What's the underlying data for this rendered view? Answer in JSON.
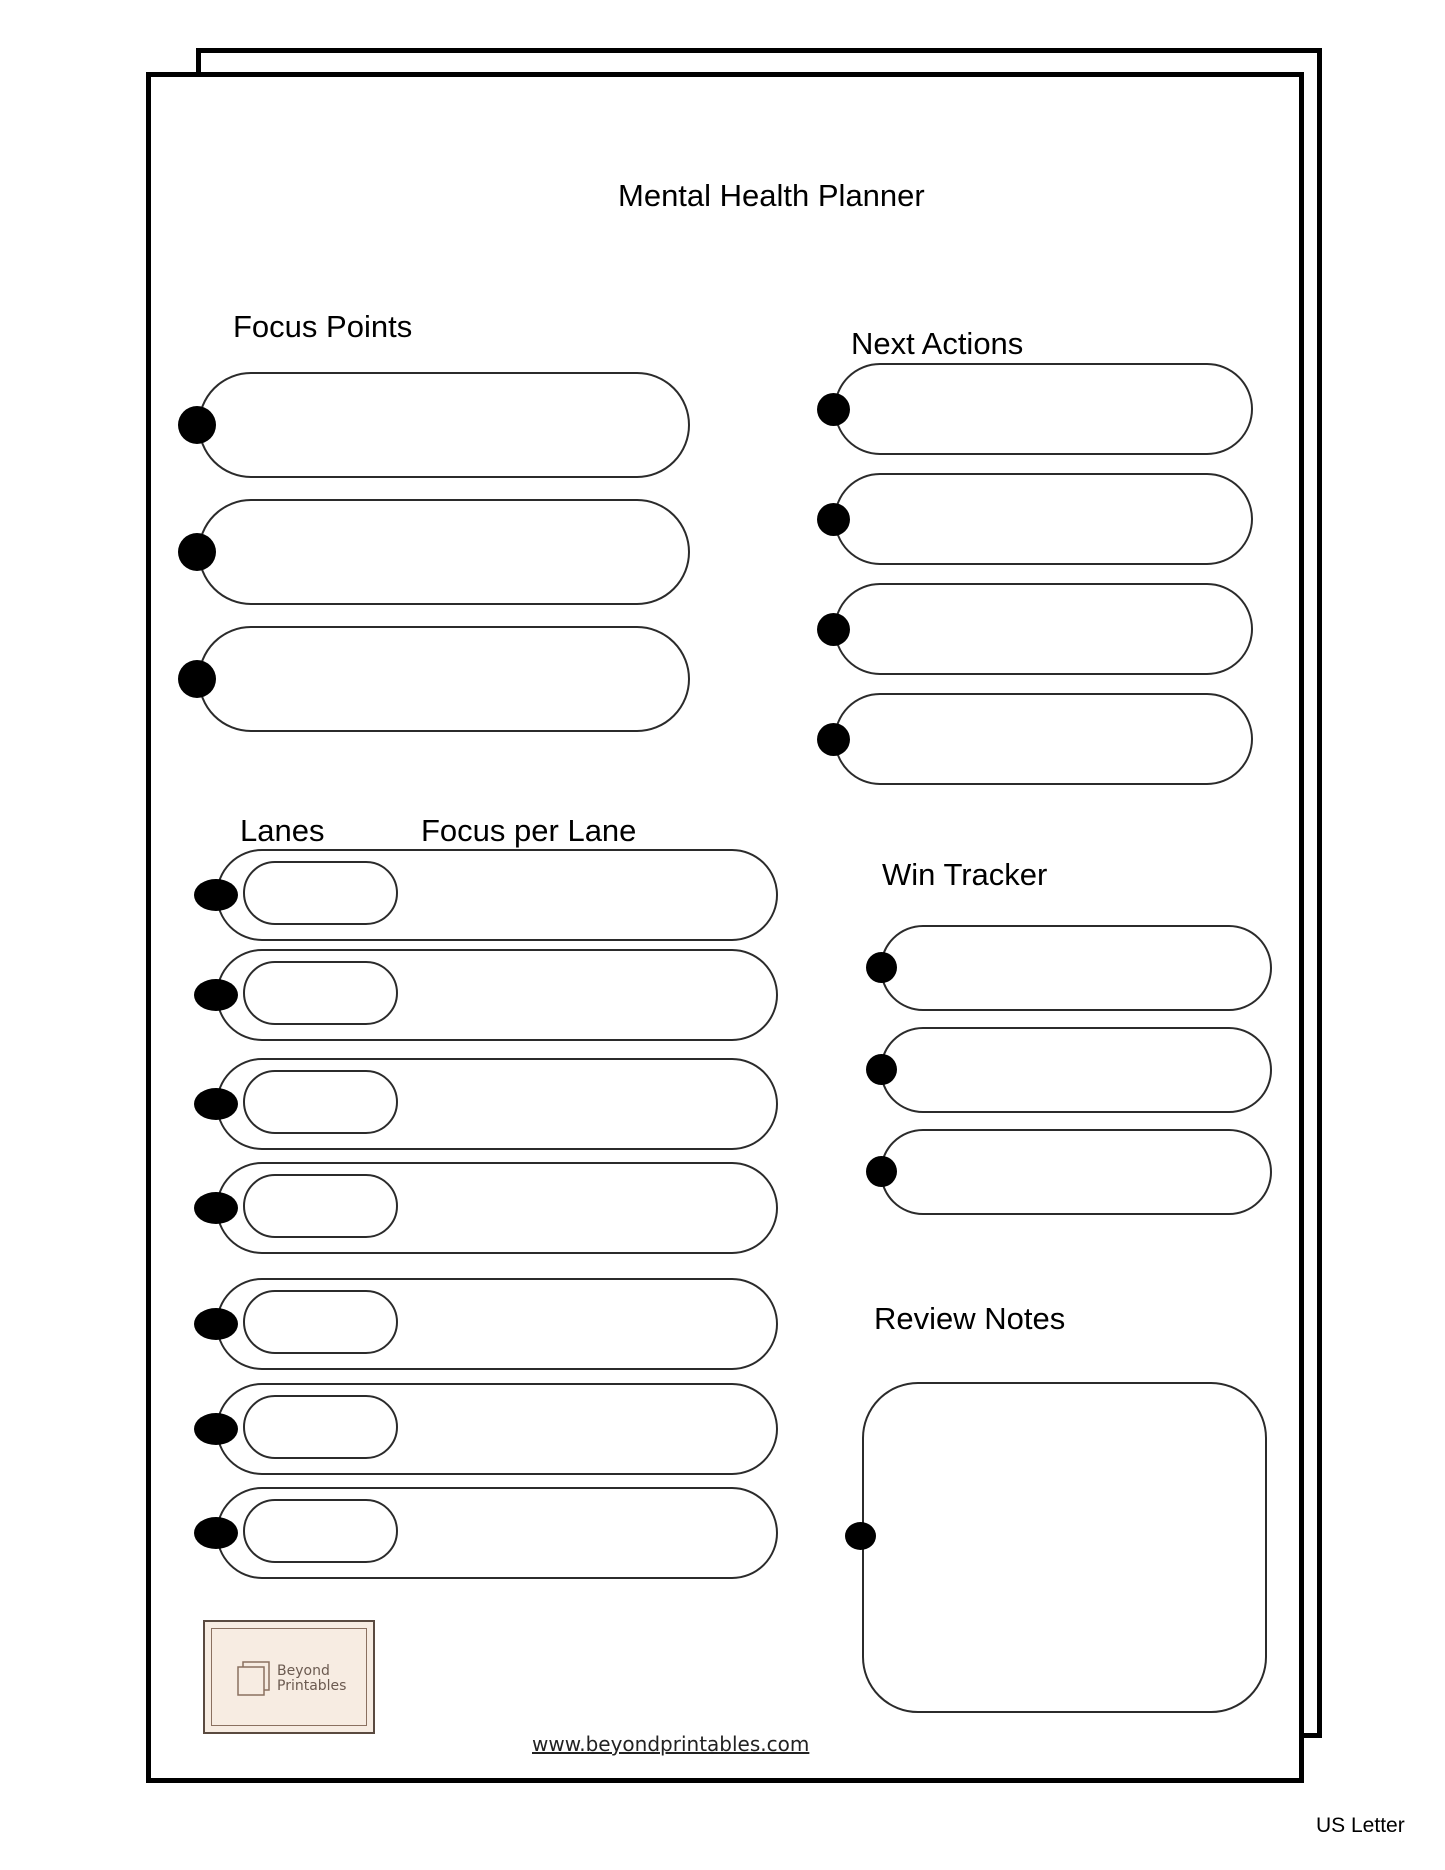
{
  "title": "Mental Health Planner",
  "sections": {
    "focus_points": {
      "label": "Focus Points"
    },
    "next_actions": {
      "label": "Next Actions"
    },
    "lanes": {
      "label": "Lanes",
      "focus_label": "Focus per Lane"
    },
    "win_tracker": {
      "label": "Win Tracker"
    },
    "review_notes": {
      "label": "Review Notes"
    }
  },
  "logo": {
    "line1": "Beyond",
    "line2": "Printables"
  },
  "website": "www.beyondprintables.com",
  "page_size_label": "US Letter",
  "colors": {
    "ink": "#000000",
    "outline": "#2b2b2b",
    "logo_bg": "#f7ece2",
    "logo_text": "#6b5a50"
  }
}
